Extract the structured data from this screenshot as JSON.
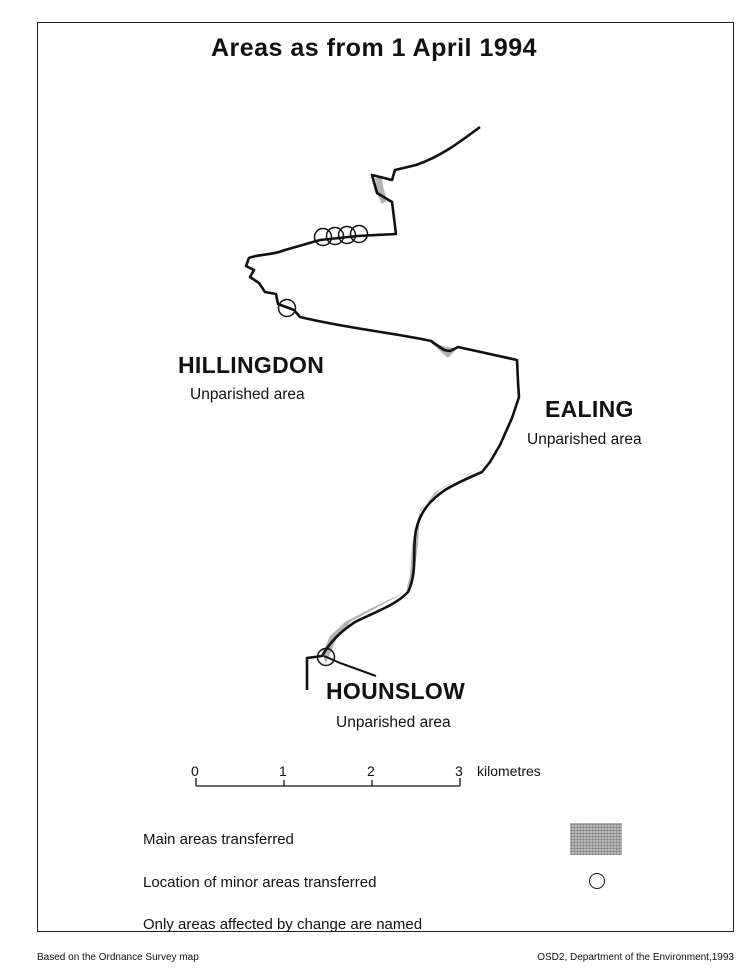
{
  "map": {
    "title": "Areas as from 1 April 1994",
    "areas": [
      {
        "name": "HILLINGDON",
        "status": "Unparished area"
      },
      {
        "name": "EALING",
        "status": "Unparished area"
      },
      {
        "name": "HOUNSLOW",
        "status": "Unparished area"
      }
    ],
    "scale": {
      "ticks": [
        "0",
        "1",
        "2",
        "3"
      ],
      "unit": "kilometres"
    },
    "legend": {
      "main_areas": "Main areas transferred",
      "minor_areas": "Location of minor areas transferred",
      "note": "Only areas affected by change are named",
      "fill_color": "#b8b8b8"
    },
    "footer": {
      "left": "Based on the Ordnance Survey map",
      "right": "OSD2, Department of the Environment,1993"
    }
  }
}
